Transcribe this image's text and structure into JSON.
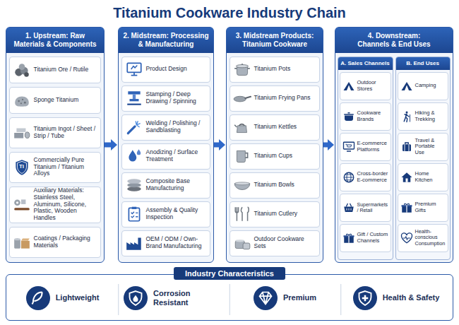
{
  "diagram": {
    "title": "Titanium Cookware Industry Chain",
    "nodes": [
      {
        "text": [
          "1. Upstream: Raw Materials & Components"
        ]
      },
      {
        "text": [
          "Titanium Ore / Rutile"
        ],
        "in": 0
      },
      {
        "text": [
          "Sponge Titanium"
        ],
        "in": 0
      },
      {
        "text": [
          "Titanium Ingot / Sheet / Strip / Tube"
        ],
        "in": 0
      },
      {
        "text": [
          "Commercially Pure Titanium / Titanium Alloys"
        ],
        "in": 0
      },
      {
        "text": [
          "Auxiliary Materials: Stainless Steel, Aluminum, Silicone, Plastic, Wooden Handles"
        ],
        "in": 0
      },
      {
        "text": [
          "Coatings / Packaging Materials"
        ],
        "in": 0
      },
      {
        "text": [
          "2. Midstream: Processing & Manufacturing"
        ]
      },
      {
        "text": [
          "Product Design"
        ],
        "in": 7
      },
      {
        "text": [
          "Stamping / Deep Drawing / Spinning"
        ],
        "in": 7
      },
      {
        "text": [
          "Welding / Polishing / Sandblasting"
        ],
        "in": 7
      },
      {
        "text": [
          "Anodizing / Surface Treatment"
        ],
        "in": 7
      },
      {
        "text": [
          "Composite Base Manufacturing"
        ],
        "in": 7
      },
      {
        "text": [
          "Assembly & Quality Inspection"
        ],
        "in": 7
      },
      {
        "text": [
          "OEM / ODM / Own-Brand Manufacturing"
        ],
        "in": 7
      },
      {
        "text": [
          "3. Midstream Products: Titanium Cookware"
        ]
      },
      {
        "text": [
          "Titanium Pots"
        ],
        "in": 15
      },
      {
        "text": [
          "Titanium Frying Pans"
        ],
        "in": 15
      },
      {
        "text": [
          "Titanium Kettles"
        ],
        "in": 15
      },
      {
        "text": [
          "Titanium Cups"
        ],
        "in": 15
      },
      {
        "text": [
          "Titanium Bowls"
        ],
        "in": 15
      },
      {
        "text": [
          "Titanium Cutlery"
        ],
        "in": 15
      },
      {
        "text": [
          "Outdoor Cookware Sets"
        ],
        "in": 15
      },
      {
        "text": [
          "4. Downstream: Channels & End Uses"
        ]
      },
      {
        "text": [
          "A. Sales Channels"
        ],
        "in": 23
      },
      {
        "text": [
          "Outdoor Stores"
        ],
        "in": 24
      },
      {
        "text": [
          "Cookware Brands"
        ],
        "in": 24
      },
      {
        "text": [
          "E-commerce Platforms"
        ],
        "in": 24
      },
      {
        "text": [
          "Cross-border E-commerce"
        ],
        "in": 24
      },
      {
        "text": [
          "Supermarkets / Retail"
        ],
        "in": 24
      },
      {
        "text": [
          "Gift / Custom Channels"
        ],
        "in": 24
      },
      {
        "text": [
          "B. End Uses"
        ],
        "in": 23
      },
      {
        "text": [
          "Camping"
        ],
        "in": 31
      },
      {
        "text": [
          "Hiking & Trekking"
        ],
        "in": 31
      },
      {
        "text": [
          "Travel & Portable Use"
        ],
        "in": 31
      },
      {
        "text": [
          "Home Kitchen"
        ],
        "in": 31
      },
      {
        "text": [
          "Premium Gifts"
        ],
        "in": 31
      },
      {
        "text": [
          "Health-conscious Consumption"
        ],
        "in": 31
      },
      {
        "text": [
          "Industry Characteristics"
        ]
      },
      {
        "text": [
          "Lightweight"
        ],
        "in": 38
      },
      {
        "text": [
          "Corrosion Resistant"
        ],
        "in": 38
      },
      {
        "text": [
          "Premium"
        ],
        "in": 38
      },
      {
        "text": [
          "Health & Safety"
        ],
        "in": 38
      }
    ],
    "edges": [
      {
        "from": 0,
        "to": 7,
        "arrow": "to"
      },
      {
        "from": 7,
        "to": 15,
        "arrow": "to"
      },
      {
        "from": 15,
        "to": 23,
        "arrow": "to"
      }
    ],
    "labels": [
      "Ti"
    ]
  }
}
